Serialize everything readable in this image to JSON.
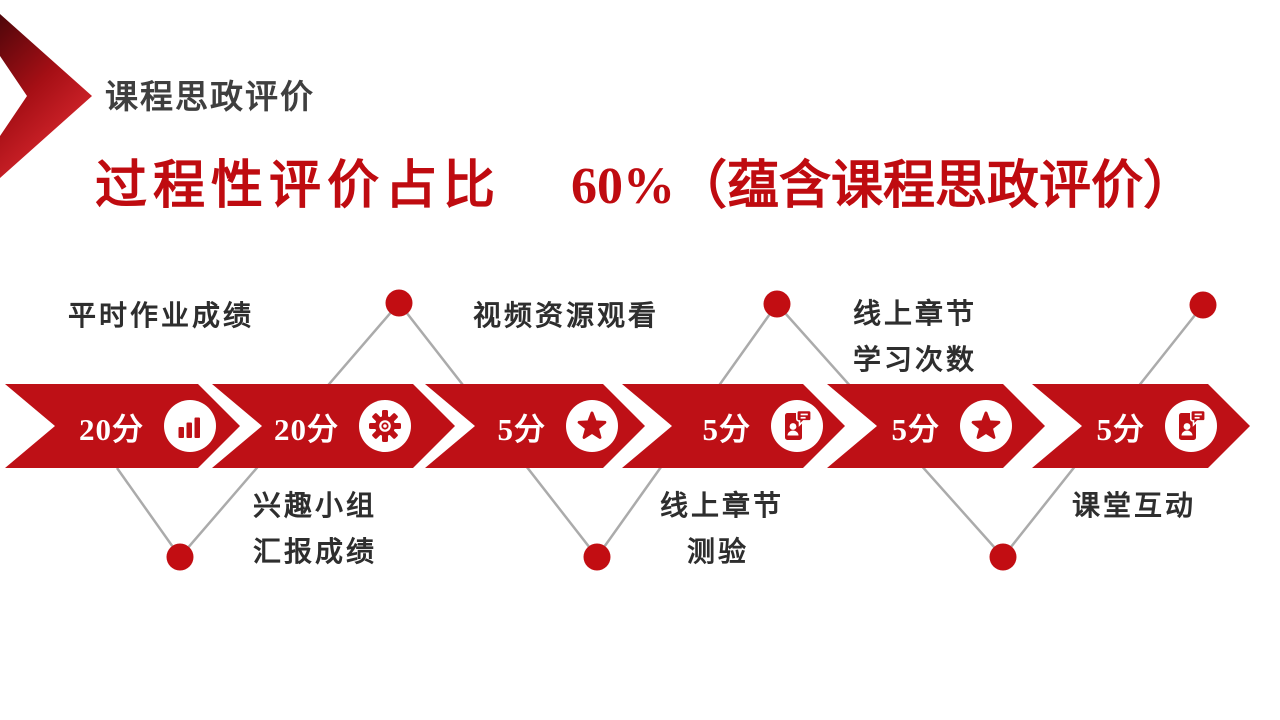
{
  "slide": {
    "eyebrow_title": "课程思政评价",
    "headline": {
      "left": "过程性评价占比",
      "right": "60%（蕴含课程思政评价）"
    },
    "colors": {
      "arrow_red": "#BE1016",
      "dot_red": "#C20D12",
      "headline_red": "#BF0B10",
      "connector_gray": "#ABABAB",
      "title_gray": "#3F3F3F",
      "background": "#FFFFFF"
    }
  },
  "timeline": {
    "arrows": [
      {
        "score": "20分",
        "icon": "bar-chart-icon"
      },
      {
        "score": "20分",
        "icon": "gear-icon"
      },
      {
        "score": "5分",
        "icon": "star-icon"
      },
      {
        "score": "5分",
        "icon": "profile-chat-icon"
      },
      {
        "score": "5分",
        "icon": "star-icon"
      },
      {
        "score": "5分",
        "icon": "profile-chat-icon"
      }
    ],
    "labels": [
      {
        "position": "above",
        "lines": [
          "平时作业成绩"
        ]
      },
      {
        "position": "below",
        "lines": [
          "兴趣小组",
          "汇报成绩"
        ]
      },
      {
        "position": "above",
        "lines": [
          "视频资源观看"
        ]
      },
      {
        "position": "below",
        "lines": [
          "线上章节",
          "测验"
        ]
      },
      {
        "position": "above",
        "lines": [
          "线上章节",
          "学习次数"
        ]
      },
      {
        "position": "below",
        "lines": [
          "课堂互动"
        ]
      }
    ]
  }
}
